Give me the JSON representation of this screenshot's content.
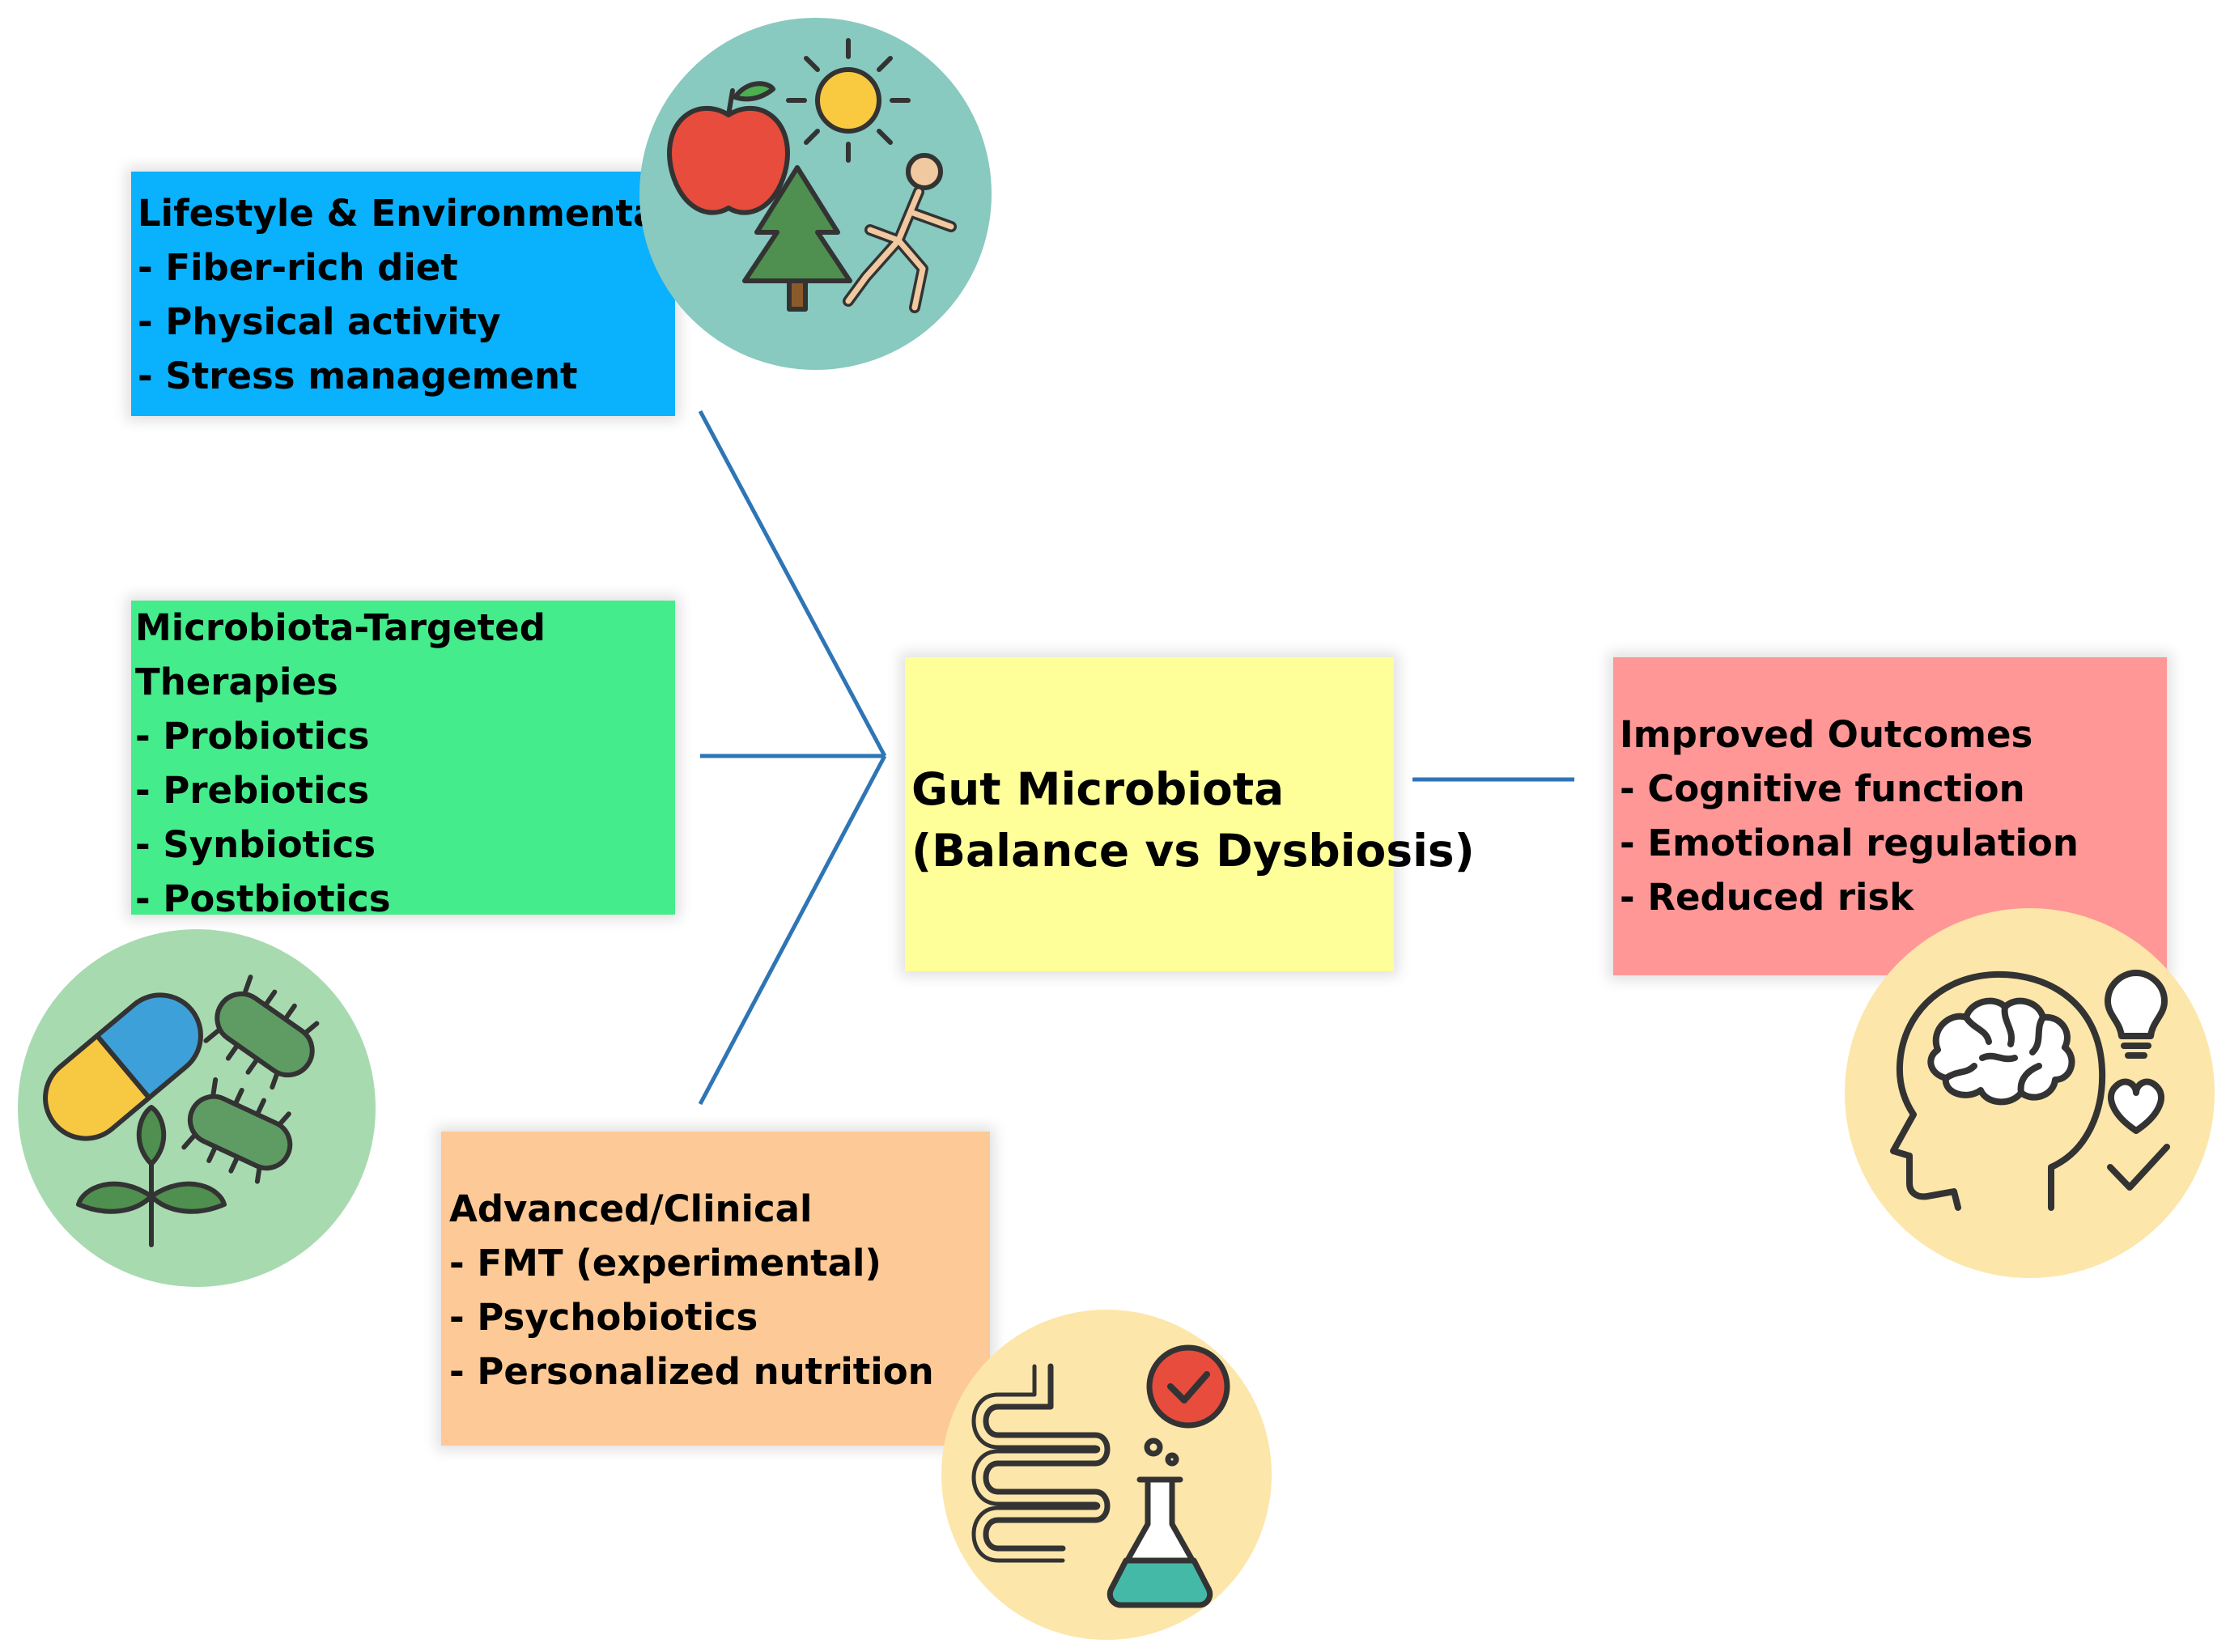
{
  "central": {
    "title": "Gut Microbiota",
    "subtitle": "(Balance vs Dysbiosis)",
    "color": "#ffff99"
  },
  "lifestyle": {
    "heading": "Lifestyle & Environmental",
    "items": [
      "- Fiber-rich diet",
      "- Physical activity",
      "- Stress management"
    ],
    "color": "#0ab1fd",
    "icon": "apple-sun-tree-runner-icon"
  },
  "microbiota": {
    "heading_line1": "Microbiota-Targeted",
    "heading_line2": "Therapies",
    "items": [
      "- Probiotics",
      "- Prebiotics",
      "- Synbiotics",
      "- Postbiotics"
    ],
    "color": "#45ec8c",
    "icon": "capsule-bacteria-plant-icon"
  },
  "advanced": {
    "heading": "Advanced/Clinical",
    "items": [
      "- FMT (experimental)",
      "- Psychobiotics",
      "- Personalized nutrition"
    ],
    "color": "#fdc996",
    "icon": "intestine-flask-check-icon"
  },
  "outcomes": {
    "heading": "Improved Outcomes",
    "items": [
      "- Cognitive function",
      "- Emotional regulation",
      "- Reduced risk"
    ],
    "color": "#ff9797",
    "icon": "brain-head-bulb-heart-check-icon"
  },
  "connector_color": "#2e75b6"
}
